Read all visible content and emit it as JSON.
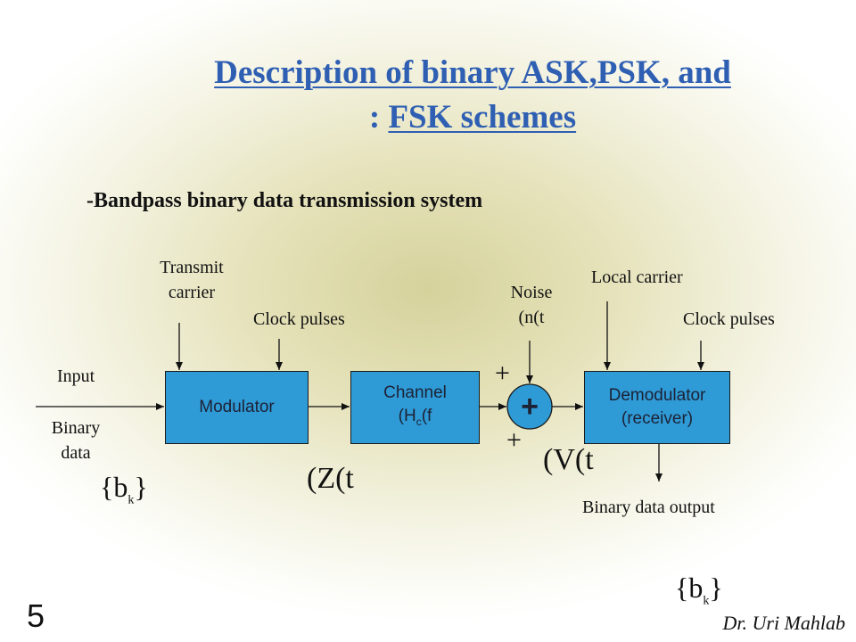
{
  "title": {
    "line1": "Description of binary ASK,PSK, and",
    "line2_prefix": ": ",
    "line2_link": "FSK schemes"
  },
  "subtitle": "-Bandpass binary data transmission system",
  "diagram": {
    "input_label": "Input",
    "binary_label_1": "Binary",
    "binary_label_2": "data",
    "transmit_label_1": "Transmit",
    "transmit_label_2": "carrier",
    "clock_left": "Clock pulses",
    "modulator": "Modulator",
    "channel_line1": "Channel",
    "channel_line2_a": "(H",
    "channel_line2_sub": "c",
    "channel_line2_b": "(f",
    "noise_line1": "Noise",
    "noise_line2": "(n(t",
    "plus_top": "+",
    "plus_bottom": "+",
    "summer_symbol": "+",
    "local_carrier": "Local carrier",
    "clock_right": "Clock pulses",
    "demod_line1": "Demodulator",
    "demod_line2": "(receiver)",
    "output_label": "Binary data output",
    "z_signal": "(Z(t",
    "v_signal": "(V(t",
    "bk_left_open": "{b",
    "bk_left_sub": "k",
    "bk_left_close": "}",
    "bk_right_open": "{b",
    "bk_right_sub": "k",
    "bk_right_close": "}"
  },
  "slide_number": "5",
  "author": "Dr. Uri Mahlab",
  "colors": {
    "title": "#2f5fb3",
    "block_fill": "#2e9ad6",
    "background_center": "#d6d29c"
  }
}
